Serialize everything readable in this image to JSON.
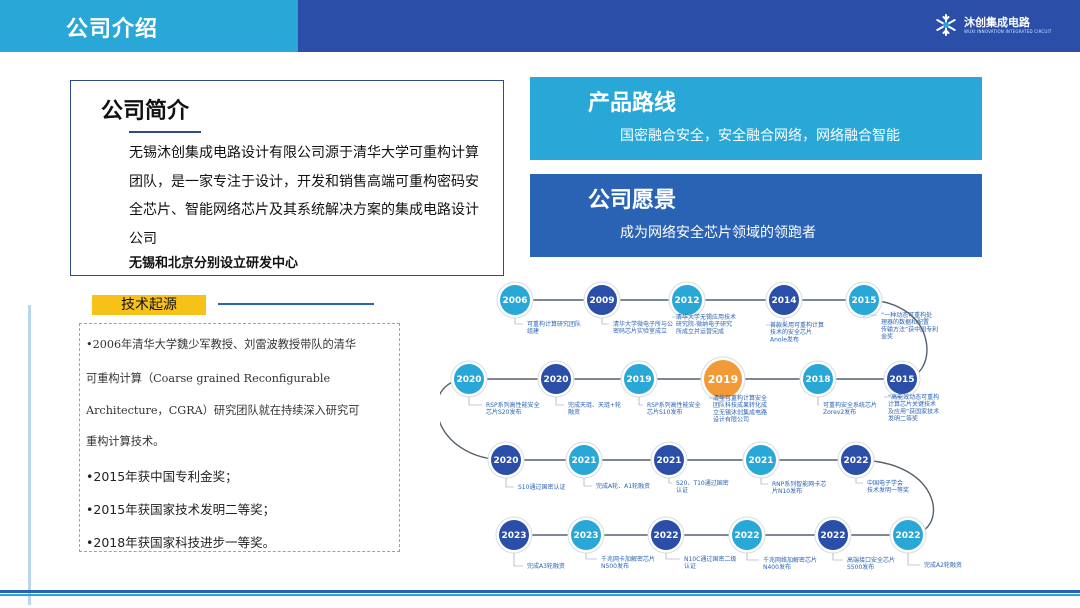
{
  "header": {
    "title": "公司介绍",
    "logo_text": "沐创集成电路",
    "logo_subtext": "WUXI INNOVATION INTEGRATED CIRCUIT"
  },
  "intro": {
    "title": "公司简介",
    "text": "无锡沐创集成电路设计有限公司源于清华大学可重构计算团队，是一家专注于设计，开发和销售高端可重构密码安全芯片、智能网络芯片及其系统解决方案的集成电路设计公司",
    "bold_text": "无锡和北京分别设立研发中心"
  },
  "product_route": {
    "title": "产品路线",
    "text": "国密融合安全，安全融合网络，网络融合智能"
  },
  "vision": {
    "title": "公司愿景",
    "text": "成为网络安全芯片领域的领跑者"
  },
  "tech_origin": {
    "label": "技术起源",
    "para_line1": "•2006年清华大学魏少军教授、刘雷波教授带队的清华",
    "para_line2": "可重构计算（Coarse grained Reconfigurable",
    "para_line3": "Architecture，CGRA）研究团队就在持续深入研究可",
    "para_line4": "重构计算技术。",
    "award1": "•2015年获中国专利金奖；",
    "award2": "•2015年获国家技术发明二等奖；",
    "award3": "•2018年获国家科技进步一等奖。"
  },
  "timeline": {
    "colors": {
      "light": "#29a8d8",
      "dark": "#2b4fa8",
      "highlight": "#f29a38",
      "note": "#2b63b4",
      "highlight_note": "#e07b1a"
    },
    "nodes": [
      {
        "year": "2006",
        "shade": "light",
        "note": [
          "可重构计算研究团队",
          "组建"
        ]
      },
      {
        "year": "2009",
        "shade": "dark",
        "note": [
          "清华大学微电子所与公",
          "密码芯片实验室成立"
        ]
      },
      {
        "year": "2012",
        "shade": "light",
        "note": [
          "清华大学无锡应用技术",
          "研究院-微纳电子研究",
          "所成立并运营完成"
        ]
      },
      {
        "year": "2014",
        "shade": "dark",
        "note": [
          "首款采用可重构计算",
          "技术的安全芯片",
          "Anole发布"
        ]
      },
      {
        "year": "2015",
        "shade": "light",
        "note": [
          "“一种动态可重构处",
          "理器的数据和配置",
          "传输方法”获中国专利",
          "金奖"
        ]
      },
      {
        "year": "2015",
        "shade": "dark",
        "note": [
          "“高能效动态可重构",
          "计算芯片关键技术",
          "及应用”获国家技术",
          "发明二等奖"
        ]
      },
      {
        "year": "2018",
        "shade": "light",
        "note": [
          "可重构安全系统芯片",
          "Zorev2发布"
        ]
      },
      {
        "year": "2019",
        "shade": "highlight",
        "note": [
          "清华可重构计算安全",
          "团队科技成果转化成",
          "立无锡沐创集成电路",
          "设计有限公司"
        ]
      },
      {
        "year": "2019",
        "shade": "light",
        "note": [
          "RSP系列高性能安全",
          "芯片S10发布"
        ]
      },
      {
        "year": "2020",
        "shade": "dark",
        "note": [
          "完成天琏、天琏+轮",
          "融资"
        ]
      },
      {
        "year": "2020",
        "shade": "light",
        "note": [
          "RSP系列高性能安全",
          "芯片S20发布"
        ]
      },
      {
        "year": "2020",
        "shade": "dark",
        "note": [
          "S10通过国密认证"
        ]
      },
      {
        "year": "2021",
        "shade": "light",
        "note": [
          "完成A轮、A1轮融资"
        ]
      },
      {
        "year": "2021",
        "shade": "dark",
        "note": [
          "S20、T10通过国密",
          "认证"
        ]
      },
      {
        "year": "2021",
        "shade": "light",
        "note": [
          "RNP系列智能网卡芯",
          "片N10发布"
        ]
      },
      {
        "year": "2022",
        "shade": "dark",
        "note": [
          "中国电子学会",
          "技术发明一等奖"
        ]
      },
      {
        "year": "2022",
        "shade": "light",
        "note": [
          "完成A2轮融资"
        ]
      },
      {
        "year": "2022",
        "shade": "dark",
        "note": [
          "高端接口安全芯片",
          "S500发布"
        ]
      },
      {
        "year": "2022",
        "shade": "light",
        "note": [
          "千兆网络加解密芯片",
          "N400发布"
        ]
      },
      {
        "year": "2022",
        "shade": "dark",
        "note": [
          "N10C通过国密二级",
          "认证"
        ]
      },
      {
        "year": "2023",
        "shade": "light",
        "note": [
          "千兆网卡加解密芯片",
          "N500发布"
        ]
      },
      {
        "year": "2023",
        "shade": "dark",
        "note": [
          "完成A3轮融资"
        ]
      }
    ]
  }
}
